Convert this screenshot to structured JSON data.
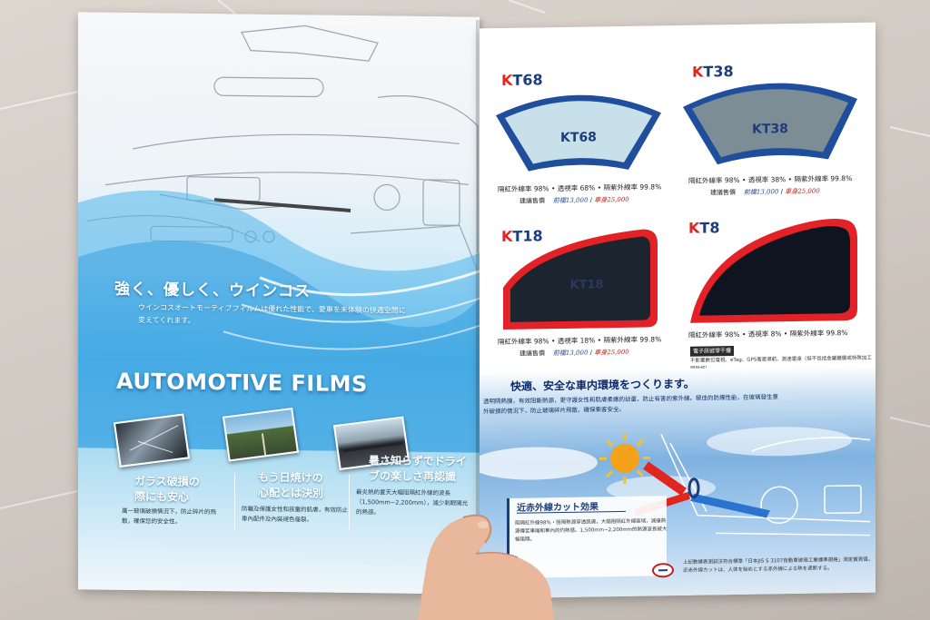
{
  "left_page": {
    "jp_headline": "強く、優しく、ウインコス",
    "jp_subtext": "ウインコスオートモーティブフィルムは優れた性能で、愛車を未体験の快適空間に変えてくれます。",
    "title": "AUTOMOTIVE FILMS",
    "features": [
      {
        "title_line1": "ガラス破損の",
        "title_line2": "際にも安心",
        "desc": "萬一玻璃破損情況下，防止碎片的飛散，確保您的安全性。"
      },
      {
        "title_line1": "もう日焼けの",
        "title_line2": "心配とは決別",
        "desc": "防曬及保護女性和孩童的肌膚，有效防止車內配件及內裝褪色龜裂。"
      },
      {
        "title_line1": "暑さ知らずでドライ",
        "title_line2": "ブの楽しさ再認識",
        "desc": "最炎熱的夏天大幅阻隔紅外線的波長（1,500mm~2,200mm），減少刺眼陽光的熱感。"
      }
    ]
  },
  "right_page": {
    "films": [
      {
        "name_k": "K",
        "name_rest": "T68",
        "glass_text": "KT68",
        "spec": "隔紅外線率 98% • 透視率 68% • 隔紫外線率 99.8%",
        "price_label": "建議售價",
        "price_front": "前檔13,000",
        "price_sep": "/",
        "price_body": "車身25,000",
        "glass_color": "#c7e0ea",
        "frame_color": "#1f4f9c"
      },
      {
        "name_k": "K",
        "name_rest": "T38",
        "glass_text": "KT38",
        "spec": "隔紅外線率 98% • 透視率 38% • 隔紫外線率 99.8%",
        "price_label": "建議售價",
        "price_front": "前檔13,000",
        "price_sep": "/",
        "price_body": "車身25,000",
        "glass_color": "#7d8d96",
        "frame_color": "#1f4f9c"
      },
      {
        "name_k": "K",
        "name_rest": "T18",
        "glass_text": "KT18",
        "spec": "隔紅外線率 98% • 透視率 18% • 隔紫外線率 99.8%",
        "price_label": "建議售價",
        "price_front": "前檔13,000",
        "price_sep": "/",
        "price_body": "車身25,000",
        "glass_color": "#1c2430",
        "frame_color": "#e22226"
      },
      {
        "name_k": "K",
        "name_rest": "T8",
        "glass_text": "",
        "spec": "隔紅外線率 98% • 透視率 8% • 隔紫外線率 99.8%",
        "price_label": "",
        "price_front": "",
        "price_sep": "",
        "price_body": "",
        "glass_color": "#0f1520",
        "frame_color": "#e22226"
      }
    ],
    "em_badge": "電子訊號零干擾",
    "em_text": "不影響數位電視、eTag、GPS衛星導航、測速雷達（但不包括金屬鍍膜或特殊加工隔熱紙）",
    "sky_title": "快適、安全な車内環境をつくります。",
    "sky_desc": "透明隔熱膜，有效阻斷熱源，更守護女性和肌膚柔嫩的幼童，防止有害的紫外線。極佳的防爆性能，在玻璃發生意外破損的情況下，防止玻璃碎片飛散，確保乘客安全。",
    "ir_title": "近赤外線カット効果",
    "ir_text": "阻隔紅外線98%・阻隔熱源穿透肌膚，大幅阻隔紅外線區域，減緩熱源傳至車廂和車內的灼熱感。1,500mm~2,200mm的熱源波長被大幅阻隔。",
    "footer_text": "上記數據表測試法符合標準「日本JIS S 3107自動車玻璃工業標準規格」測定實測值。近赤外線カットは、人体を始めとする赤外線による熱を遮断する。"
  },
  "colors": {
    "brand_navy": "#1d3d7a",
    "brand_red": "#e0261e",
    "sky_blue": "#6fc3ec"
  }
}
